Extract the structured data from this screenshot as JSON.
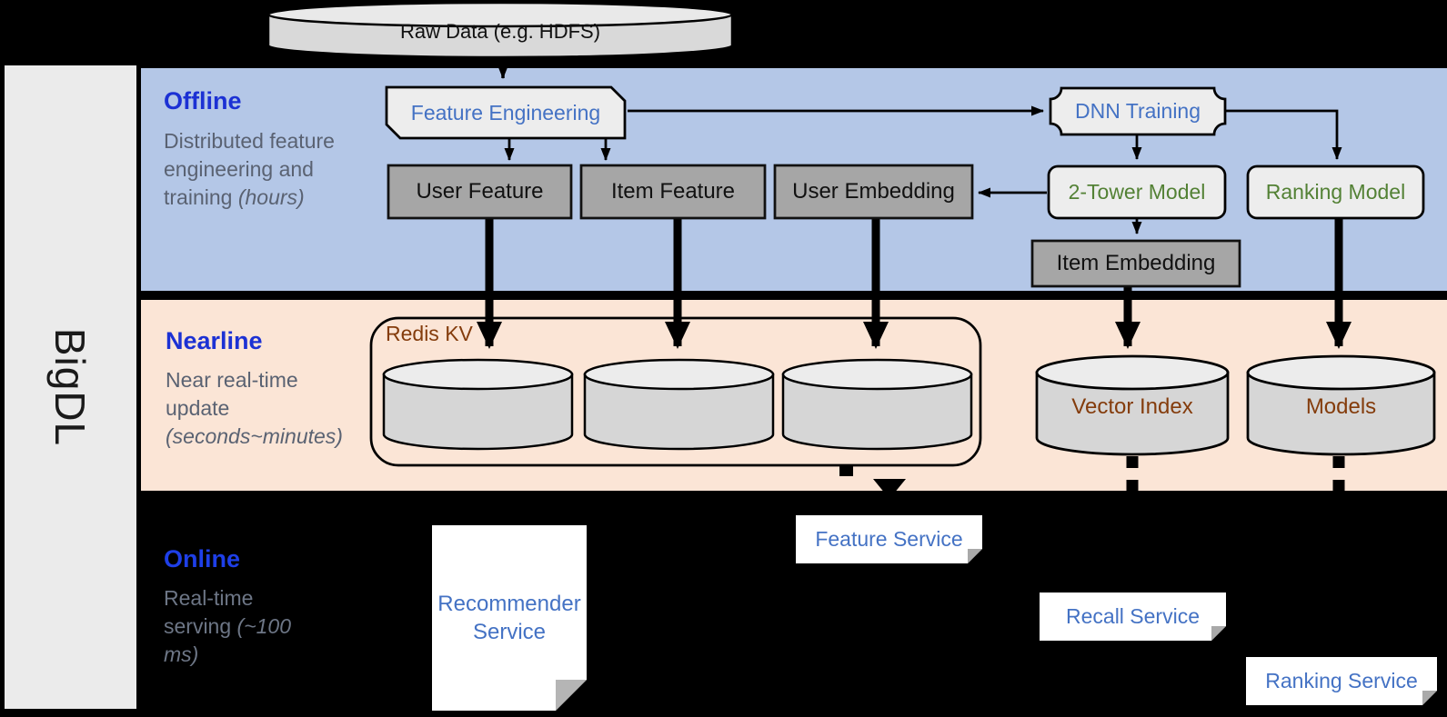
{
  "sidebar": {
    "label": "BigDL"
  },
  "top": {
    "raw_data": "Raw Data (e.g. HDFS)"
  },
  "sections": {
    "offline": {
      "title": "Offline",
      "description": "Distributed feature engineering and training ",
      "description_italic": "(hours)"
    },
    "nearline": {
      "title": "Nearline",
      "description": "Near real-time update ",
      "description_italic": "(seconds~minutes)"
    },
    "online": {
      "title": "Online",
      "description": "Real-time serving ",
      "description_italic": "(~100 ms)"
    }
  },
  "nodes": {
    "feature_engineering": "Feature Engineering",
    "dnn_training": "DNN Training",
    "user_feature": "User Feature",
    "item_feature": "Item Feature",
    "user_embedding": "User Embedding",
    "two_tower_model": "2-Tower Model",
    "ranking_model": "Ranking Model",
    "item_embedding": "Item Embedding",
    "redis_kv": "Redis KV",
    "vector_index": "Vector Index",
    "models": "Models",
    "recommender_service": "Recommender Service",
    "feature_service": "Feature Service",
    "recall_service": "Recall Service",
    "ranking_service": "Ranking Service"
  },
  "colors": {
    "section_offline_bg": "#b4c7e7",
    "section_nearline_bg": "#fbe5d6",
    "section_online_bg": "#000000",
    "sidebar_bg": "#ebebeb",
    "header_blue": "#1c31d4",
    "online_header_blue": "#1e3fe8",
    "muted_text": "#5a6272",
    "online_muted_text": "#6d7686",
    "node_blue_text": "#4472c4",
    "node_green_text": "#538135",
    "store_brown_text": "#843c0c",
    "gray_box_fill": "#a6a6a6",
    "light_box_fill": "#ededed",
    "cylinder_fill": "#d6d6d6"
  }
}
